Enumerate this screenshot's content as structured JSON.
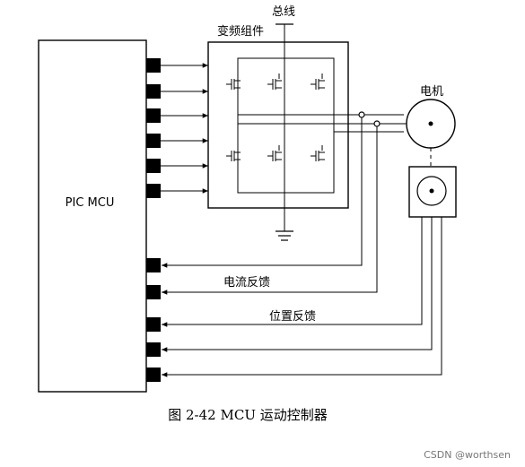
{
  "diagram": {
    "bus_label": "总线",
    "inverter_label": "变频组件",
    "motor_label": "电机",
    "mcu_label": "PIC  MCU",
    "current_feedback_label": "电流反馈",
    "position_feedback_label": "位置反馈"
  },
  "caption": "图 2-42    MCU  运动控制器",
  "watermark": "CSDN @worthsen"
}
